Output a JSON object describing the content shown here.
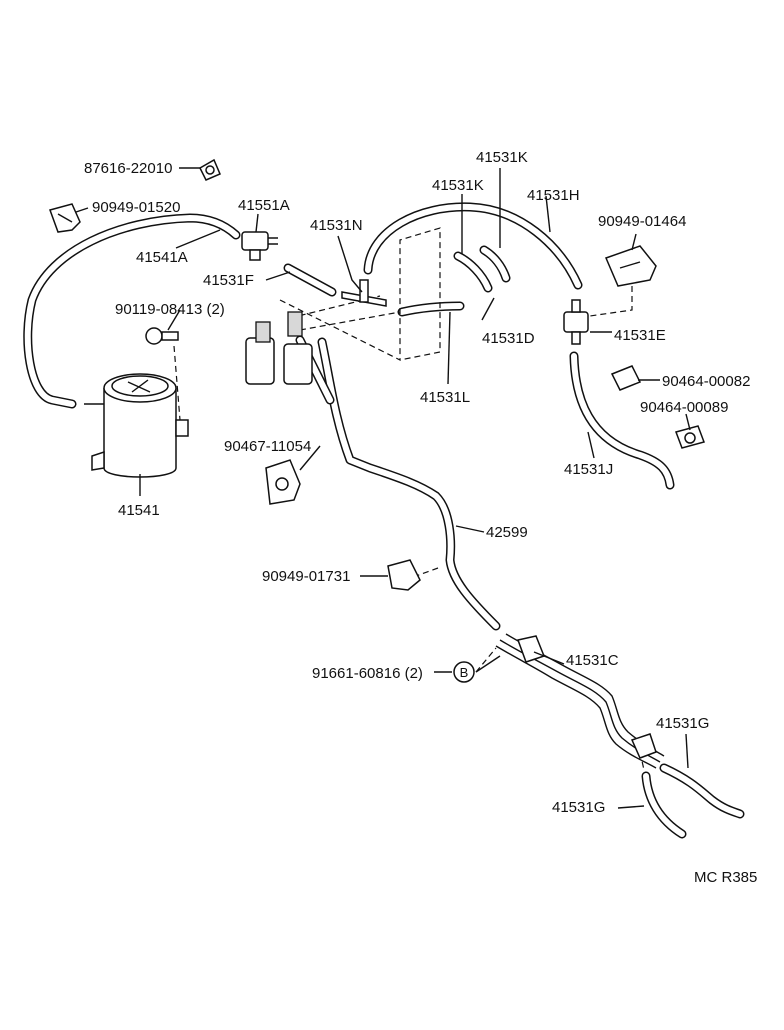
{
  "labels": {
    "p87616_22010": "87616-22010",
    "p90949_01520": "90949-01520",
    "p41551A": "41551A",
    "p41541A": "41541A",
    "p41531N": "41531N",
    "p41531F": "41531F",
    "p41531K_a": "41531K",
    "p41531K_b": "41531K",
    "p41531H": "41531H",
    "p90949_01464": "90949-01464",
    "p90119_08413": "90119-08413 (2)",
    "p41531D": "41531D",
    "p41531E": "41531E",
    "p41531L": "41531L",
    "p90464_00082": "90464-00082",
    "p90464_00089": "90464-00089",
    "p90467_11054": "90467-11054",
    "p41531J": "41531J",
    "p41541": "41541",
    "p42599": "42599",
    "p90949_01731": "90949-01731",
    "p91661_60816": "91661-60816 (2)",
    "p41531C": "41531C",
    "p41531G_a": "41531G",
    "p41531G_b": "41531G",
    "ref_mark": "B",
    "figure_code": "MC R385"
  },
  "colors": {
    "ink": "#111111",
    "paper": "#ffffff",
    "shade": "#d8d8d8"
  }
}
